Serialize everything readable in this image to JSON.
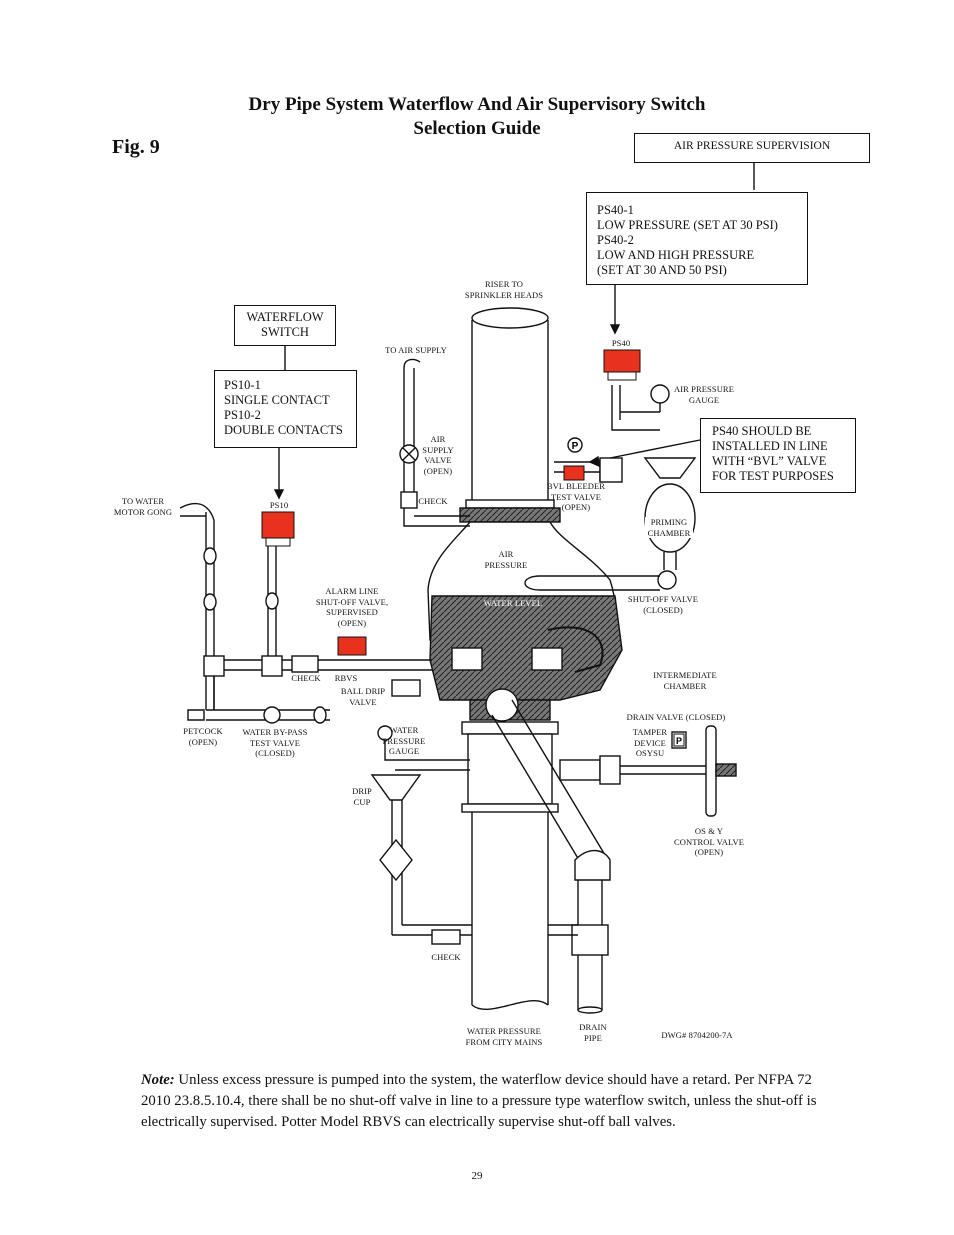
{
  "title_line1": "Dry Pipe System Waterflow And Air Supervisory Switch",
  "title_line2": "Selection Guide",
  "fig_label": "Fig. 9",
  "boxes": {
    "air_supervision": "AIR PRESSURE SUPERVISION",
    "ps40_lines": [
      "PS40-1",
      "LOW PRESSURE (SET AT 30 PSI)",
      "PS40-2",
      "LOW AND HIGH PRESSURE",
      "(SET AT 30 AND 50 PSI)"
    ],
    "waterflow_switch": [
      "WATERFLOW",
      "SWITCH"
    ],
    "ps10_lines": [
      "PS10-1",
      "SINGLE CONTACT",
      "PS10-2",
      "DOUBLE CONTACTS"
    ],
    "ps40_note": [
      "PS40 SHOULD BE",
      "INSTALLED IN LINE",
      "WITH “BVL” VALVE",
      "FOR TEST PURPOSES"
    ]
  },
  "labels": {
    "riser": [
      "RISER TO",
      "SPRINKLER HEADS"
    ],
    "to_air_supply": "TO AIR SUPPLY",
    "ps40": "PS40",
    "air_pressure_gauge": [
      "AIR PRESSURE",
      "GAUGE"
    ],
    "air_supply_valve": [
      "AIR",
      "SUPPLY",
      "VALVE",
      "(OPEN)"
    ],
    "check_top": "CHECK",
    "bvl": [
      "BVL BLEEDER",
      "TEST VALVE",
      "(OPEN)"
    ],
    "priming": [
      "PRIMING",
      "CHAMBER"
    ],
    "to_water_motor_gong": [
      "TO WATER",
      "MOTOR GONG"
    ],
    "ps10": "PS10",
    "air_pressure": [
      "AIR",
      "PRESSURE"
    ],
    "alarm_line": [
      "ALARM LINE",
      "SHUT-OFF VALVE,",
      "SUPERVISED",
      "(OPEN)"
    ],
    "water_level": "WATER LEVEL",
    "shutoff_valve": [
      "SHUT-OFF VALVE",
      "(CLOSED)"
    ],
    "check_mid": "CHECK",
    "rbvs": "RBVS",
    "intermediate": [
      "INTERMEDIATE",
      "CHAMBER"
    ],
    "ball_drip": [
      "BALL DRIP",
      "VALVE"
    ],
    "drain_valve": "DRAIN VALVE (CLOSED)",
    "petcock": [
      "PETCOCK",
      "(OPEN)"
    ],
    "bypass": [
      "WATER BY-PASS",
      "TEST VALVE",
      "(CLOSED)"
    ],
    "water_pressure_gauge": [
      "WATER",
      "PRESSURE",
      "GAUGE"
    ],
    "tamper": [
      "TAMPER",
      "DEVICE",
      "OSYSU"
    ],
    "drip_cup": [
      "DRIP",
      "CUP"
    ],
    "osy": [
      "OS & Y",
      "CONTROL VALVE",
      "(OPEN)"
    ],
    "check_bottom": "CHECK",
    "water_from_mains": [
      "WATER PRESSURE",
      "FROM CITY MAINS"
    ],
    "drain_pipe": [
      "DRAIN",
      "PIPE"
    ],
    "dwg": "DWG# 8704200-7A",
    "p_symbol": "P"
  },
  "note_label": "Note:",
  "note_text": " Unless excess pressure is pumped into the system, the waterflow device should have a retard. Per NFPA 72 2010 23.8.5.10.4, there shall be no shut-off valve in line to a pressure type waterflow switch, unless the shut-off is electrically supervised.  Potter Model RBVS can electrically supervise shut-off ball valves.",
  "page_number": "29",
  "colors": {
    "switch_red": "#e8321e",
    "line": "#111111",
    "water_fill": "#555555"
  }
}
